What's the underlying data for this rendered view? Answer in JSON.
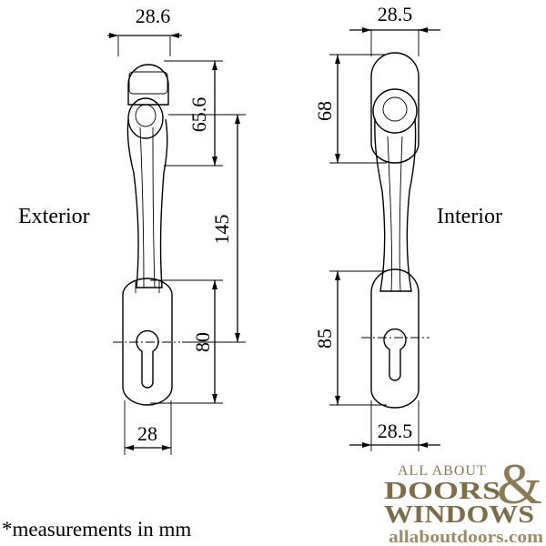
{
  "labels": {
    "exterior": "Exterior",
    "interior": "Interior",
    "note": "*measurements in mm"
  },
  "dimensions": {
    "ext_top_width": "28.6",
    "ext_top_height": "65.6",
    "ext_centers": "145",
    "ext_bottom_height": "80",
    "ext_bottom_width": "28",
    "int_top_width": "28.5",
    "int_top_height": "68",
    "int_bottom_height": "85",
    "int_bottom_width": "28.5"
  },
  "logo": {
    "line1": "ALL ABOUT",
    "line2": "DOORS",
    "ampersand": "&",
    "line3": "WINDOWS",
    "url": "allaboutdoors.com"
  },
  "colors": {
    "logo_gold": "#8a7a56"
  }
}
